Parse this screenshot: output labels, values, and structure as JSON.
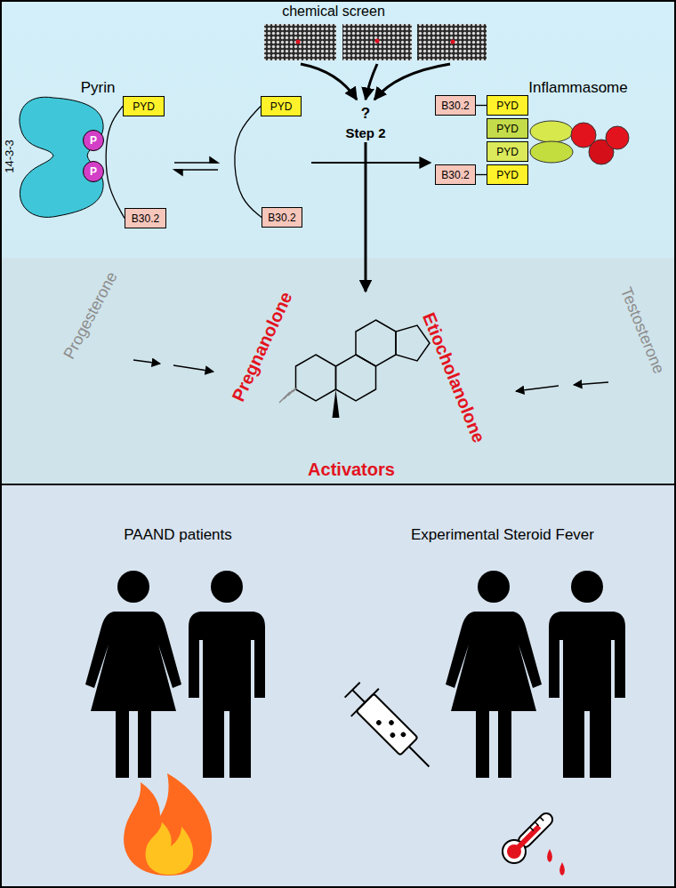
{
  "diagram": {
    "nodes": [
      {
        "text": [
          "PYD"
        ]
      },
      {
        "text": [
          "P"
        ]
      },
      {
        "text": [
          "P"
        ]
      },
      {
        "text": [
          "B30.2"
        ]
      },
      {
        "text": [
          "PYD"
        ]
      },
      {
        "text": [
          "B30.2"
        ]
      },
      {
        "text": [
          "B30.2"
        ]
      },
      {
        "text": [
          "PYD"
        ]
      },
      {
        "text": [
          "PYD"
        ]
      },
      {
        "text": [
          "PYD"
        ]
      },
      {
        "text": [
          "B30.2"
        ]
      },
      {
        "text": [
          "PYD"
        ]
      }
    ],
    "edges": [
      {
        "from": 0,
        "to": 3,
        "arrow": "none"
      },
      {
        "from": 4,
        "to": 5,
        "arrow": "none"
      },
      {
        "from": 6,
        "to": 7,
        "arrow": "none"
      },
      {
        "from": 10,
        "to": 11,
        "arrow": "none"
      }
    ],
    "labels": [
      "chemical screen",
      "Pyrin",
      "Inflammasome",
      "14-3-3",
      "?",
      "Step 2",
      "Progesterone",
      "Testosterone",
      "Pregnanolone",
      "Etiocholanolone",
      "Activators",
      "PAAND patients",
      "Experimental Steroid Fever"
    ]
  }
}
